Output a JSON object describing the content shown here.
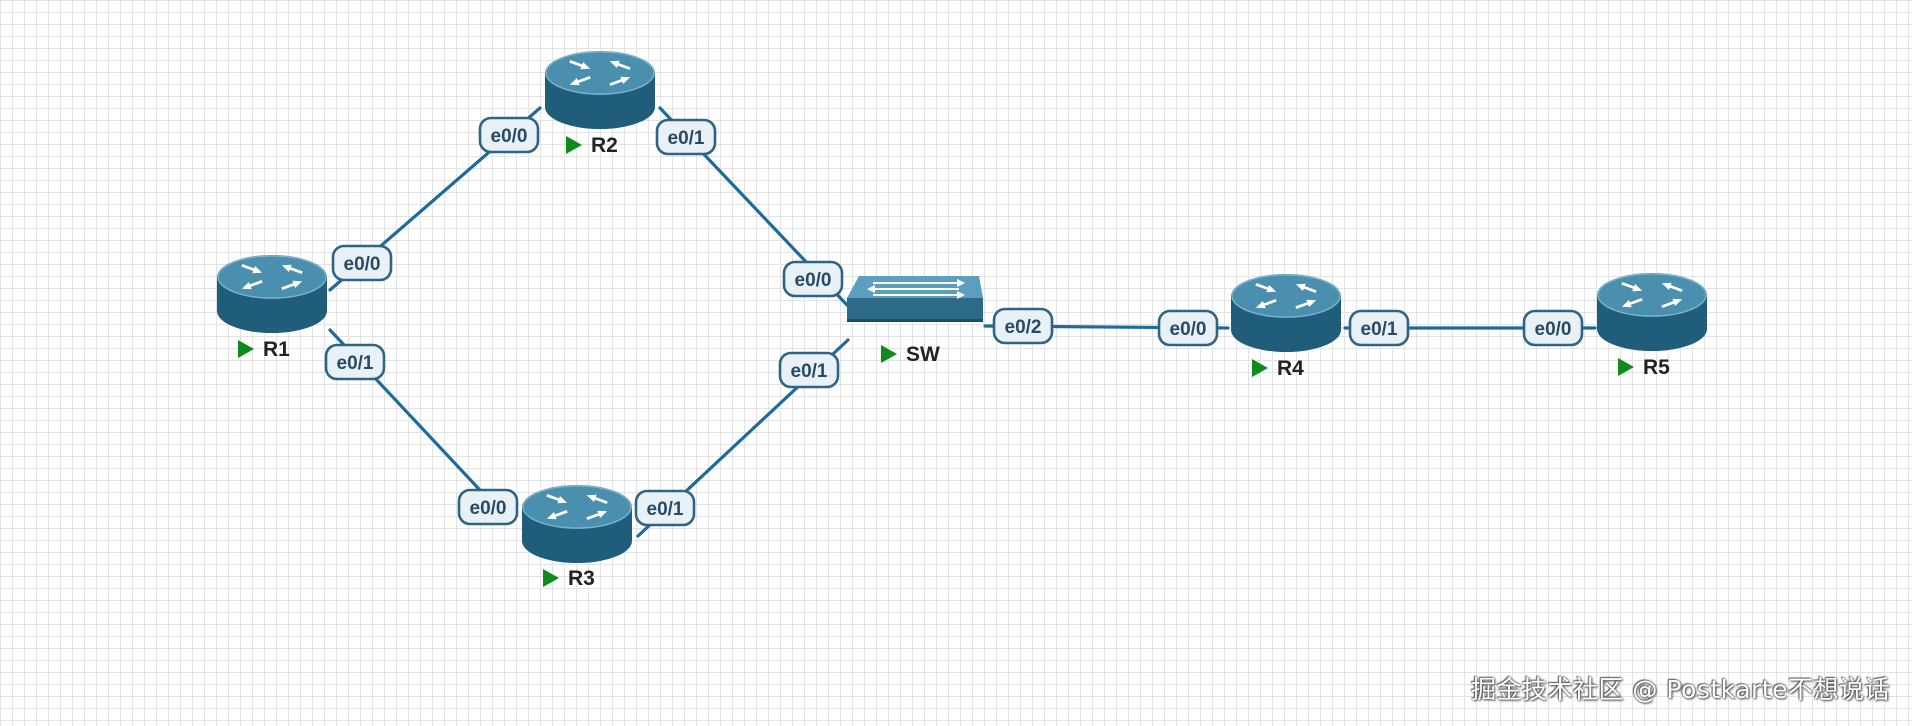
{
  "diagram": {
    "nodes": [
      {
        "id": "R1",
        "label": "R1",
        "kind": "router"
      },
      {
        "id": "R2",
        "label": "R2",
        "kind": "router"
      },
      {
        "id": "R3",
        "label": "R3",
        "kind": "router"
      },
      {
        "id": "SW",
        "label": "SW",
        "kind": "switch"
      },
      {
        "id": "R4",
        "label": "R4",
        "kind": "router"
      },
      {
        "id": "R5",
        "label": "R5",
        "kind": "router"
      }
    ],
    "links": [
      {
        "from": "R1",
        "from_port": "e0/0",
        "to": "R2",
        "to_port": "e0/0"
      },
      {
        "from": "R1",
        "from_port": "e0/1",
        "to": "R3",
        "to_port": "e0/0"
      },
      {
        "from": "R2",
        "from_port": "e0/1",
        "to": "SW",
        "to_port": "e0/0"
      },
      {
        "from": "R3",
        "from_port": "e0/1",
        "to": "SW",
        "to_port": "e0/1"
      },
      {
        "from": "SW",
        "from_port": "e0/2",
        "to": "R4",
        "to_port": "e0/0"
      },
      {
        "from": "R4",
        "from_port": "e0/1",
        "to": "R5",
        "to_port": "e0/0"
      }
    ],
    "status_icon": "play-icon",
    "colors": {
      "link": "#1e6a9c",
      "device": "#2c6a88",
      "running": "#0f8a1c"
    }
  },
  "watermark": "掘金技术社区 @ Postkarte不想说话"
}
